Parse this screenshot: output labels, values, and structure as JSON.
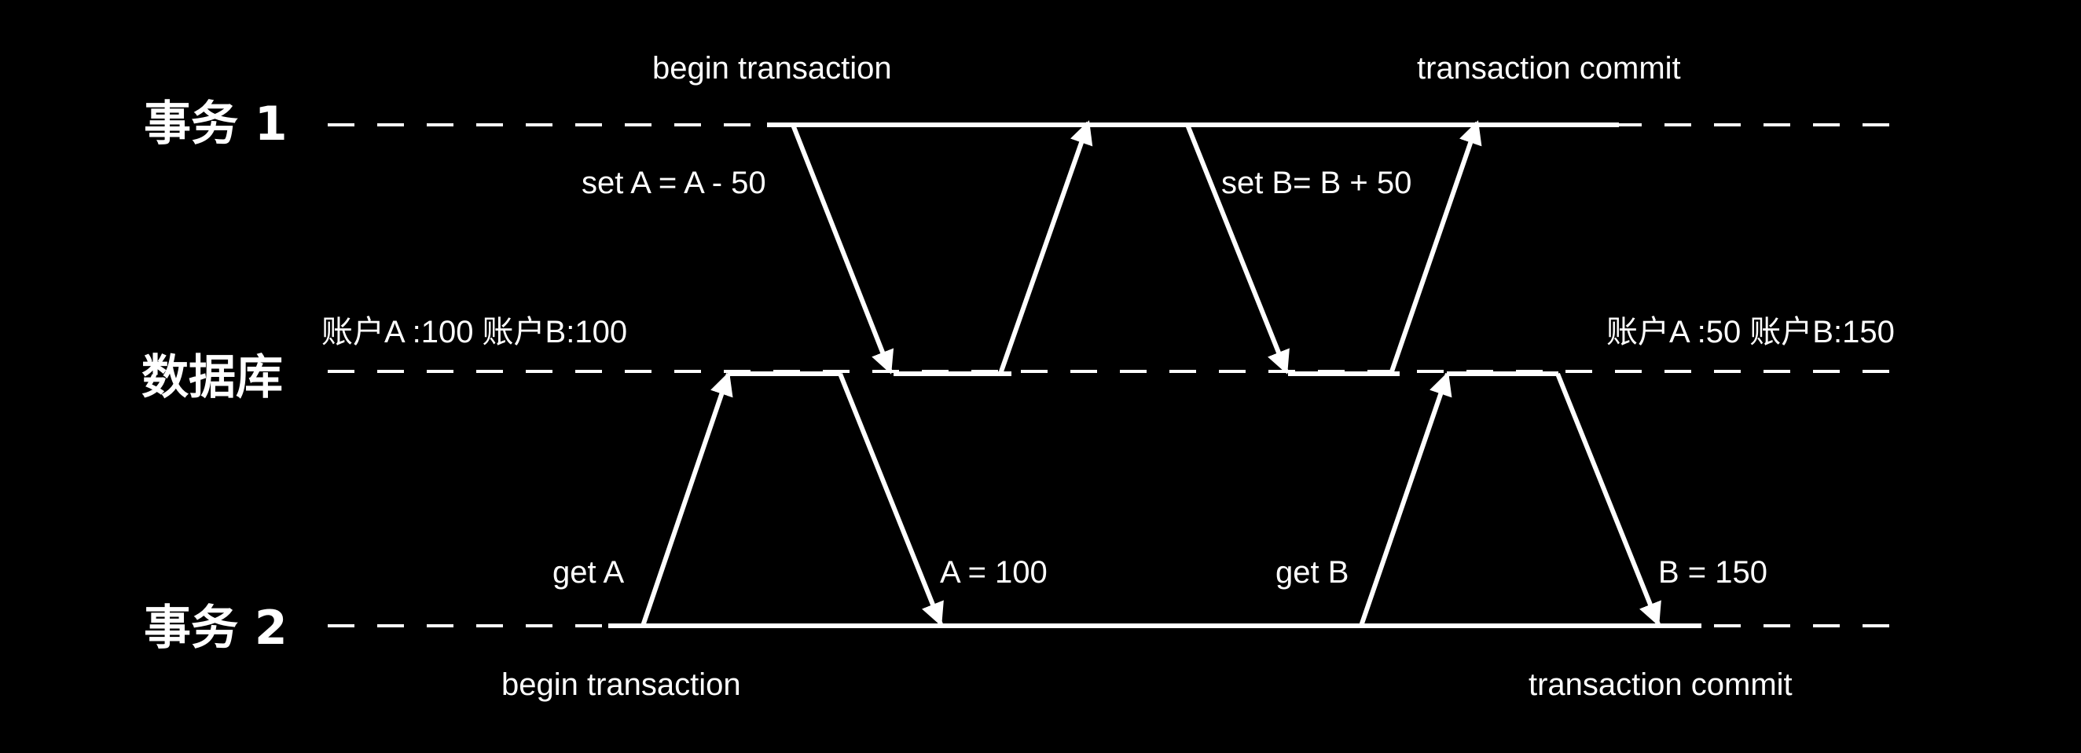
{
  "lanes": {
    "txn1": "事务 1",
    "db": "数据库",
    "txn2": "事务 2"
  },
  "txn1_notes": {
    "begin": "begin transaction",
    "commit": "transaction commit",
    "set_a": "set A = A - 50",
    "set_b": "set B= B + 50"
  },
  "db_notes": {
    "initial_state": "账户A :100 账户B:100",
    "final_state": "账户A :50 账户B:150"
  },
  "txn2_notes": {
    "get_a": "get A",
    "a_result": "A = 100",
    "get_b": "get B",
    "b_result": "B = 150",
    "begin": "begin transaction",
    "commit": "transaction commit"
  },
  "colors": {
    "background": "#000000",
    "foreground": "#ffffff"
  }
}
